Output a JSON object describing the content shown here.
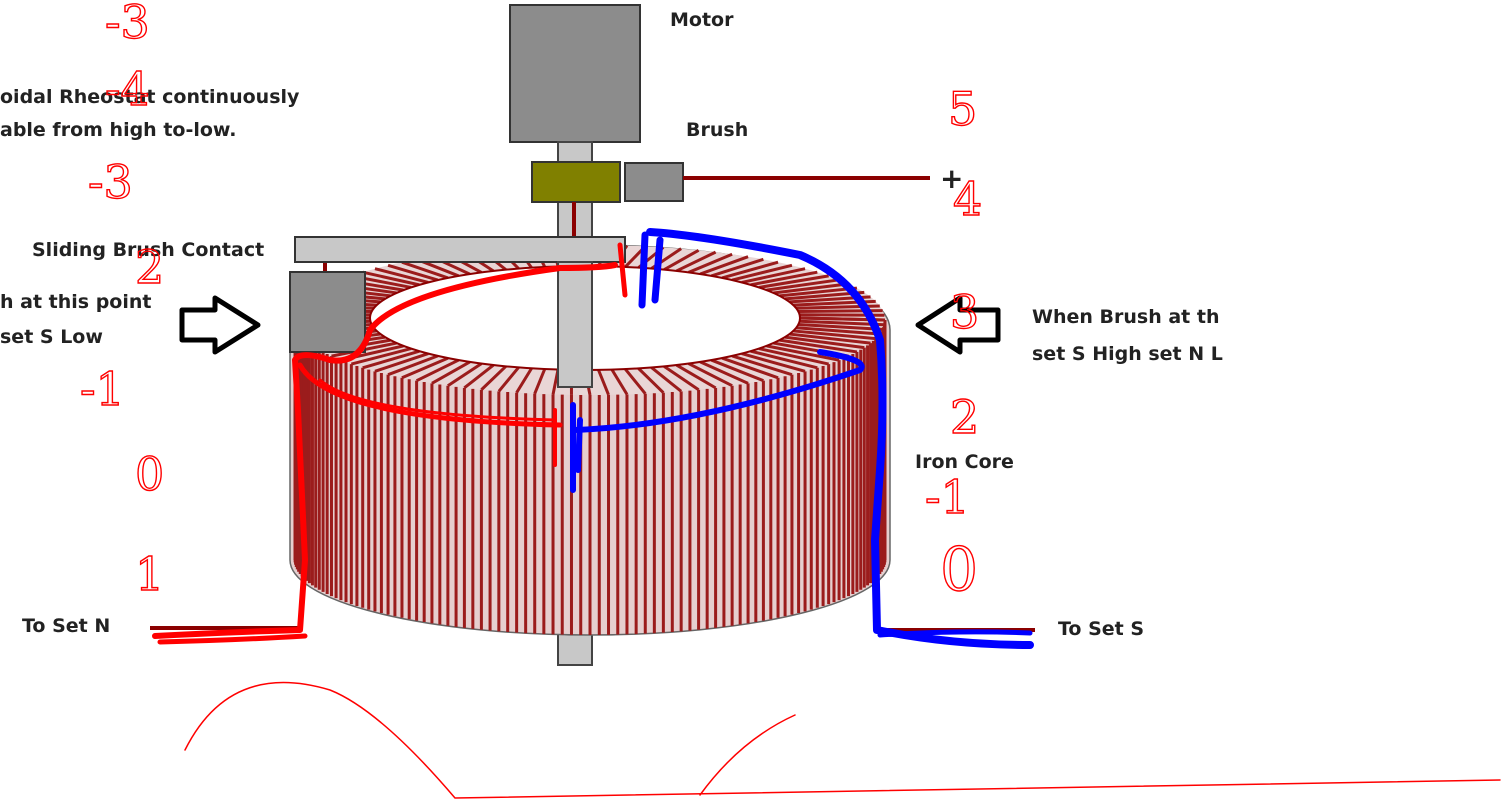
{
  "labels": {
    "motor": "Motor",
    "brush": "Brush",
    "plus": "+",
    "title_line1": "oidal Rheostat continuously",
    "title_line2": "able from high to-low.",
    "sliding_contact": "Sliding Brush Contact",
    "left_note_line1": "h at this point",
    "left_note_line2": "set S Low",
    "right_note_line1": "When Brush at th",
    "right_note_line2": "set S High set N L",
    "iron_core": "Iron Core",
    "to_set_n": "To Set N",
    "to_set_s": "To Set S"
  },
  "handwritten_left": [
    "-3",
    "-4",
    "-3",
    "2",
    "-1",
    "0",
    "1"
  ],
  "handwritten_right": [
    "5",
    "4",
    "3",
    "2",
    "-1",
    "0"
  ],
  "colors": {
    "wire": "#8b0000",
    "coil": "#9b1c1c",
    "red_ink": "#ff0000",
    "blue_ink": "#0000ff",
    "motor": "#8c8c8c",
    "holder": "#808000"
  }
}
